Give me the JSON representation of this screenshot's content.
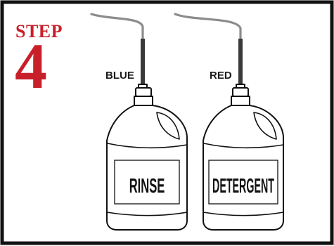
{
  "step": {
    "word": "STEP",
    "number": "4"
  },
  "jugs": [
    {
      "tube_label": "BLUE",
      "jug_label": "RINSE"
    },
    {
      "tube_label": "RED",
      "jug_label": "DETERGENT"
    }
  ],
  "colors": {
    "step_red": "#c8202a",
    "line": "#111111",
    "tube_gray": "#8c8c8c",
    "tube_dark": "#3a3a3a"
  }
}
